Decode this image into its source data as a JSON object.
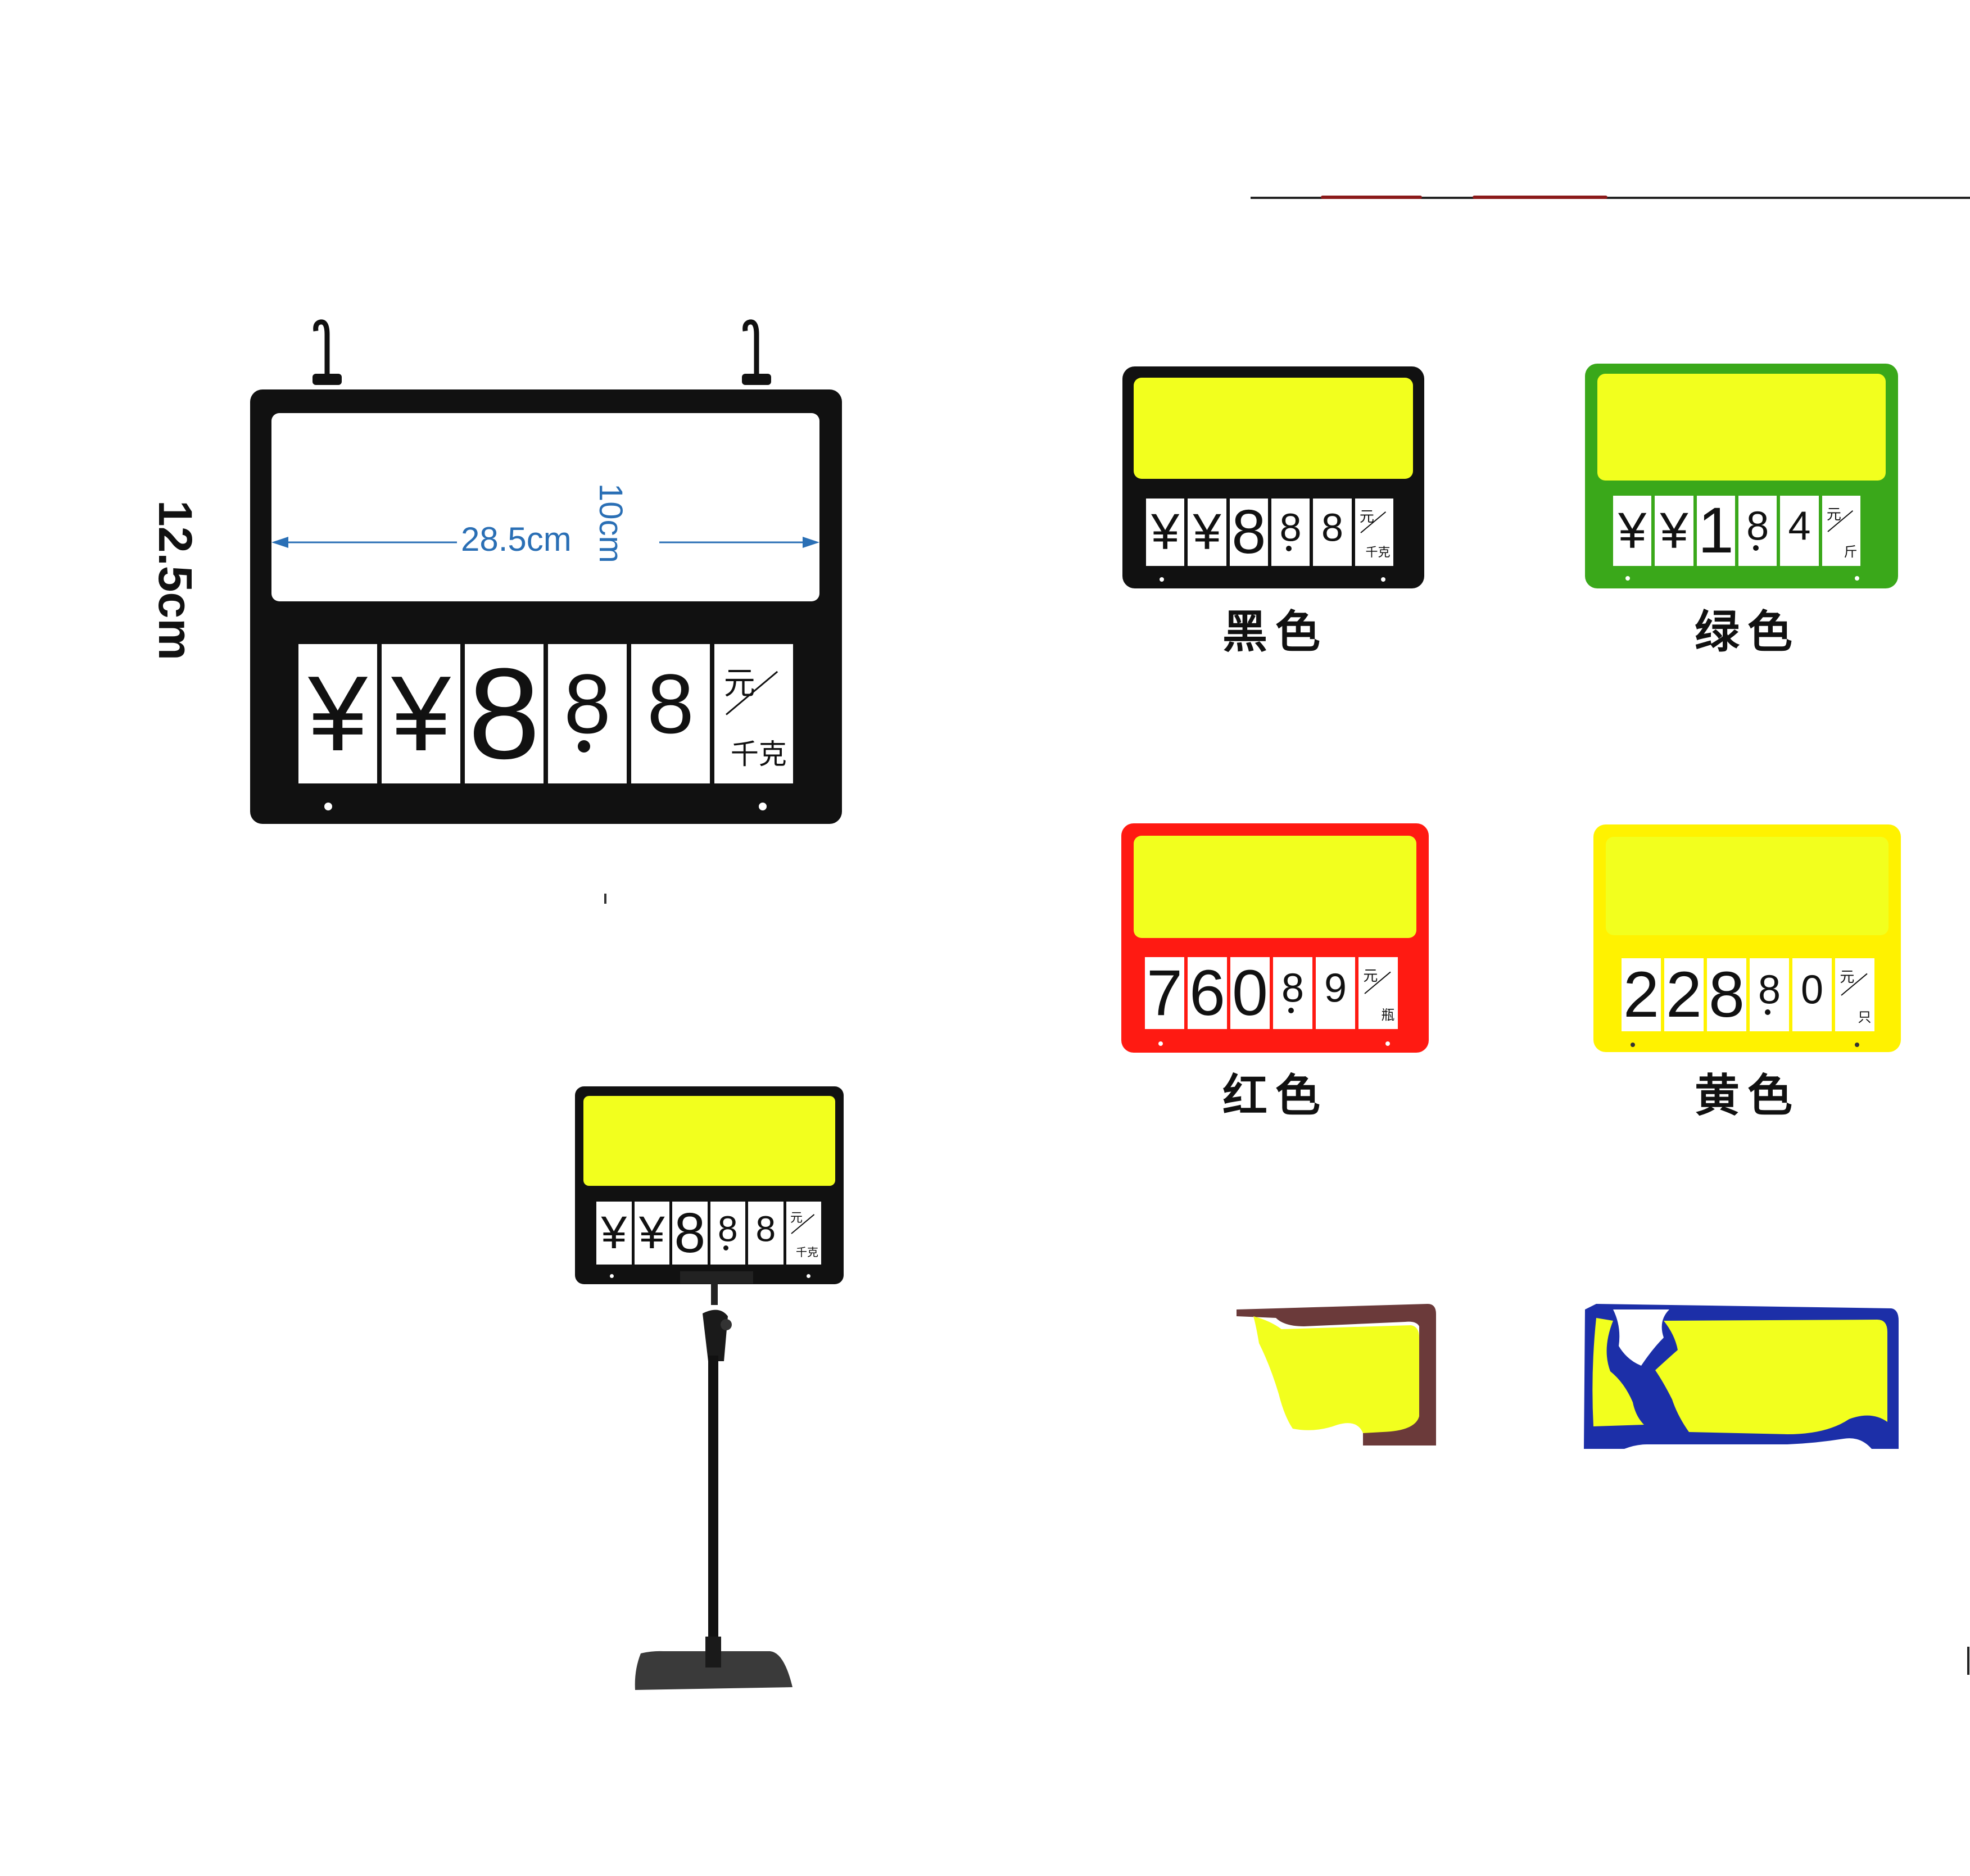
{
  "dimensions": {
    "width_label": "28.5cm",
    "height_label": "10cm",
    "side_label": "12.5cm"
  },
  "colors": {
    "black": "#111111",
    "green": "#3aa81a",
    "red": "#ff1a12",
    "yellow_frame": "#fff200",
    "yellow_panel": "#f2ff1e",
    "blue": "#1c2fa8",
    "brown": "#6b3a3a",
    "dimension_blue": "#2a6fb5"
  },
  "main_board": {
    "cards": [
      "¥",
      "¥",
      "8",
      "8",
      "8"
    ],
    "unit_top": "元",
    "unit_bottom": "千克"
  },
  "variants": [
    {
      "label": "黑色",
      "cards": [
        "¥",
        "¥",
        "8",
        "8",
        "8"
      ],
      "unit_top": "元",
      "unit_bottom": "千克"
    },
    {
      "label": "绿色",
      "cards": [
        "¥",
        "¥",
        "1",
        "8",
        "4"
      ],
      "unit_top": "元",
      "unit_bottom": "斤"
    },
    {
      "label": "红色",
      "cards": [
        "7",
        "6",
        "0",
        "8",
        "9"
      ],
      "unit_top": "元",
      "unit_bottom": "瓶"
    },
    {
      "label": "黄色",
      "cards": [
        "2",
        "2",
        "8",
        "8",
        "0"
      ],
      "unit_top": "元",
      "unit_bottom": "只"
    }
  ],
  "stand_board": {
    "cards": [
      "¥",
      "¥",
      "8",
      "8",
      "8"
    ],
    "unit_top": "元",
    "unit_bottom": "千克"
  }
}
